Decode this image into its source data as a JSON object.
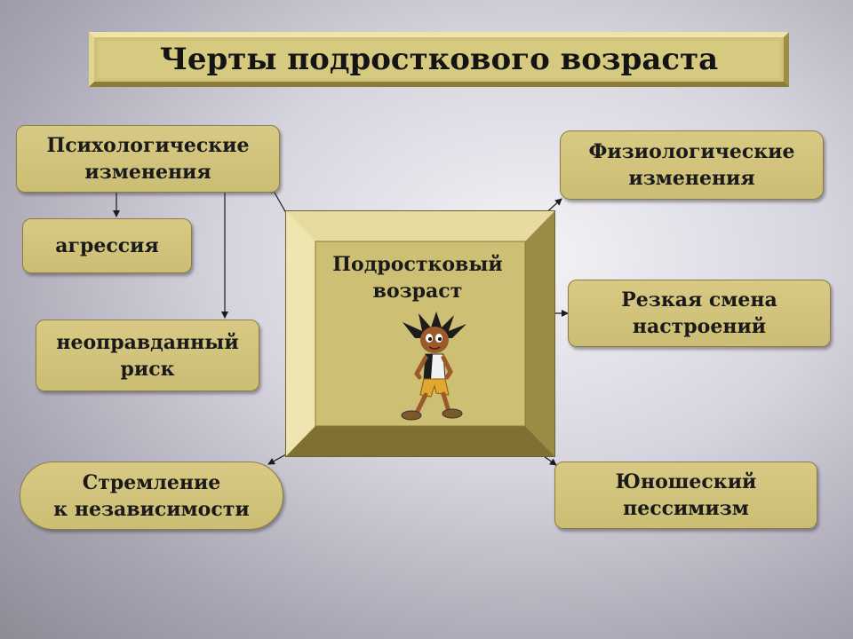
{
  "title": "Черты подросткового возраста",
  "center": {
    "line1": "Подростковый",
    "line2": "возраст"
  },
  "boxes": {
    "psych": {
      "line1": "Психологические",
      "line2": "изменения"
    },
    "aggression": {
      "line1": "агрессия"
    },
    "risk": {
      "line1": "неоправданный",
      "line2": "риск"
    },
    "independence": {
      "line1": "Стремление",
      "line2": "к независимости"
    },
    "physio": {
      "line1": "Физиологические",
      "line2": "изменения"
    },
    "mood": {
      "line1": "Резкая смена",
      "line2": "настроений"
    },
    "pessimism": {
      "line1": "Юношеский",
      "line2": "пессимизм"
    }
  },
  "colors": {
    "box_fill": "#d3c57c",
    "frame_light": "#efe4a8",
    "frame_dark": "#8c7d36"
  },
  "icons": {
    "center_figure": "cartoon-teenager-walking-icon"
  }
}
